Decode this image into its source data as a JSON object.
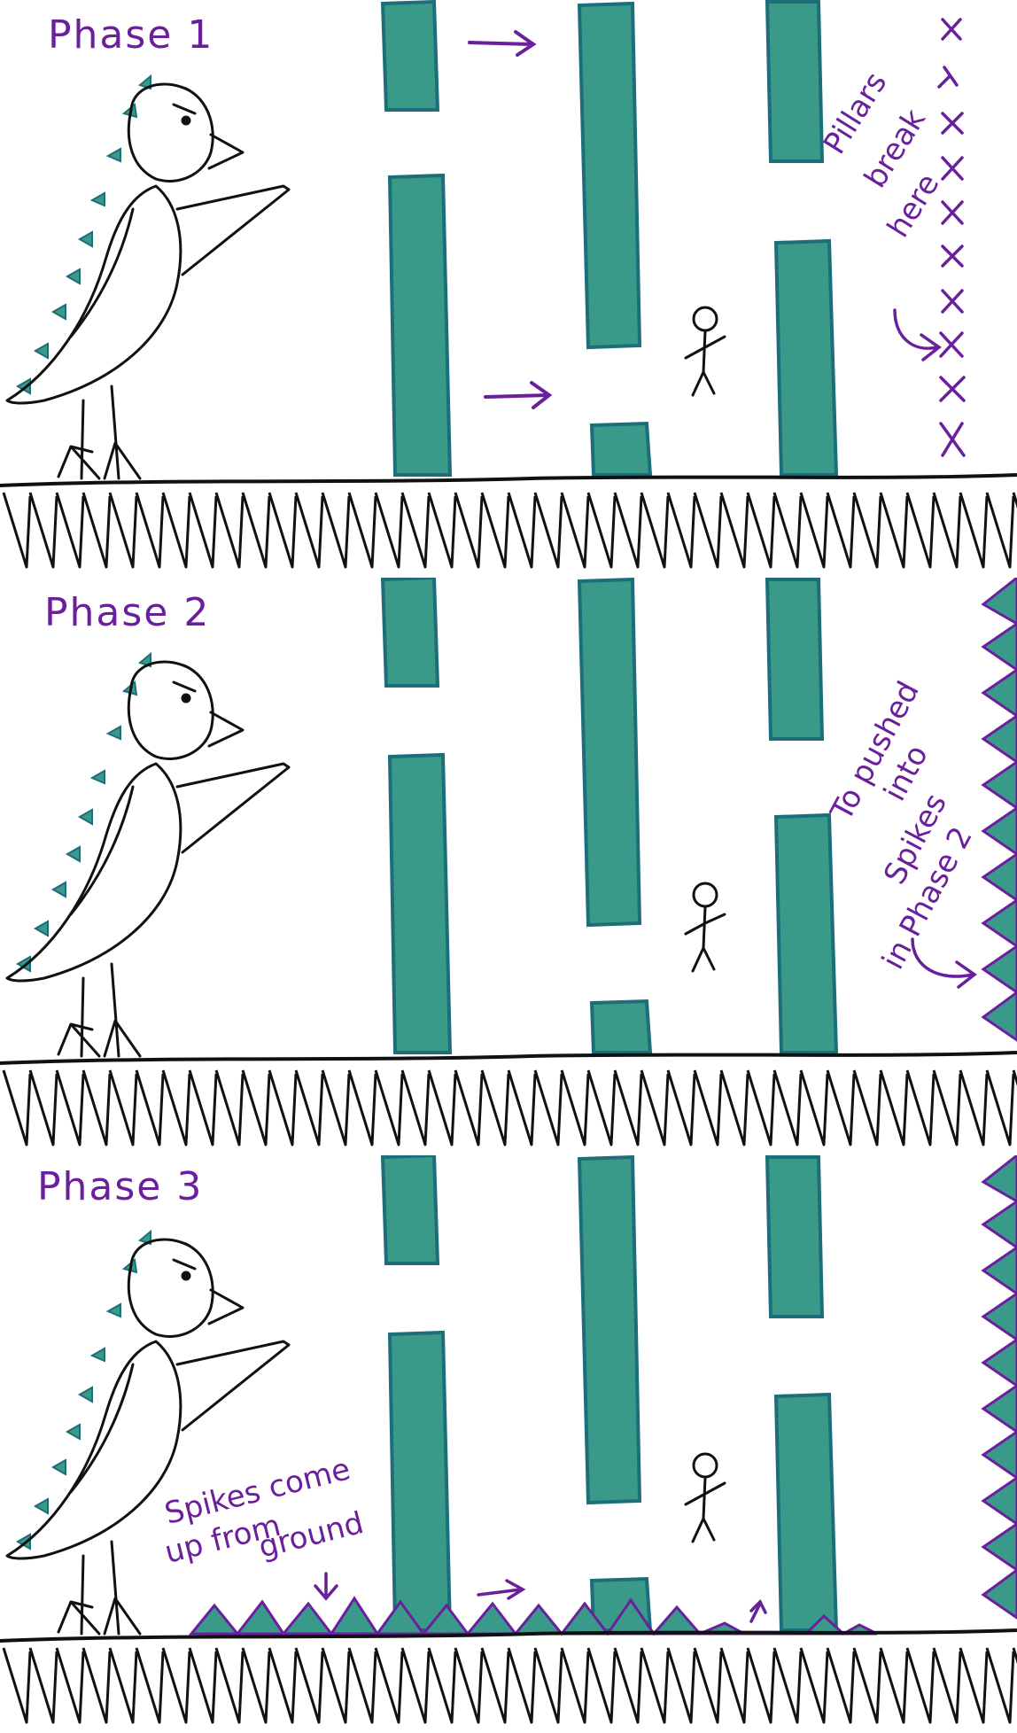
{
  "colors": {
    "pillar_fill": "#3a9a8a",
    "pillar_stroke": "#1d6e7a",
    "ink": "#111111",
    "annotation": "#6a1f9c",
    "spike_fill": "#3a9a8a",
    "background": "#ffffff"
  },
  "panels": [
    {
      "title": "Phase 1",
      "note_lines": [
        "Pillars",
        "break",
        "here"
      ],
      "right_edge": "x-marks",
      "ground_spikes": false,
      "player_present": true
    },
    {
      "title": "Phase 2",
      "note_lines": [
        "To pushed",
        "into",
        "Spikes",
        "in Phase 2"
      ],
      "right_edge": "spike-wall",
      "ground_spikes": false,
      "player_present": true
    },
    {
      "title": "Phase 3",
      "note_lines": [
        "Spikes come",
        "up from",
        "ground"
      ],
      "right_edge": "spike-wall",
      "ground_spikes": true,
      "player_present": true
    }
  ]
}
